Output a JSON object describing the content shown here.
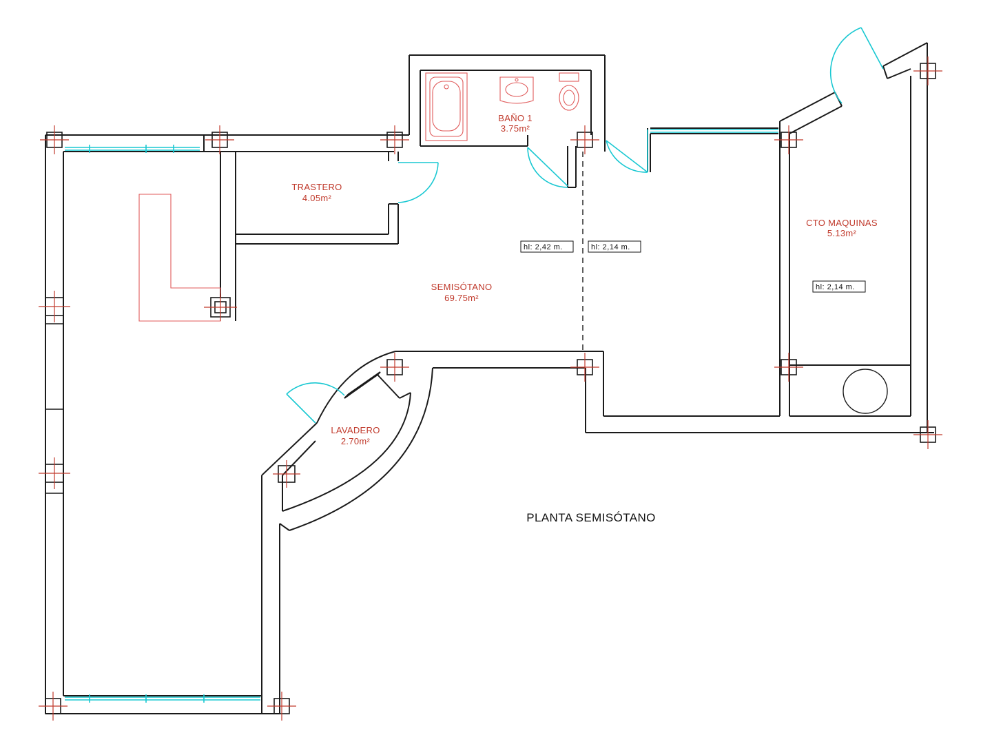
{
  "plan": {
    "title": "PLANTA SEMISÓTANO",
    "rooms": {
      "bano": {
        "name": "BAÑO 1",
        "area": "3.75m²"
      },
      "trastero": {
        "name": "TRASTERO",
        "area": "4.05m²"
      },
      "semisotano": {
        "name": "SEMISÓTANO",
        "area": "69.75m²"
      },
      "maquinas": {
        "name": "CTO MAQUINAS",
        "area": "5.13m²"
      },
      "lavadero": {
        "name": "LAVADERO",
        "area": "2.70m²"
      }
    },
    "heights": {
      "h1": "hl: 2,42 m.",
      "h2": "hl: 2,14 m.",
      "h3": "hl: 2,14 m."
    }
  }
}
